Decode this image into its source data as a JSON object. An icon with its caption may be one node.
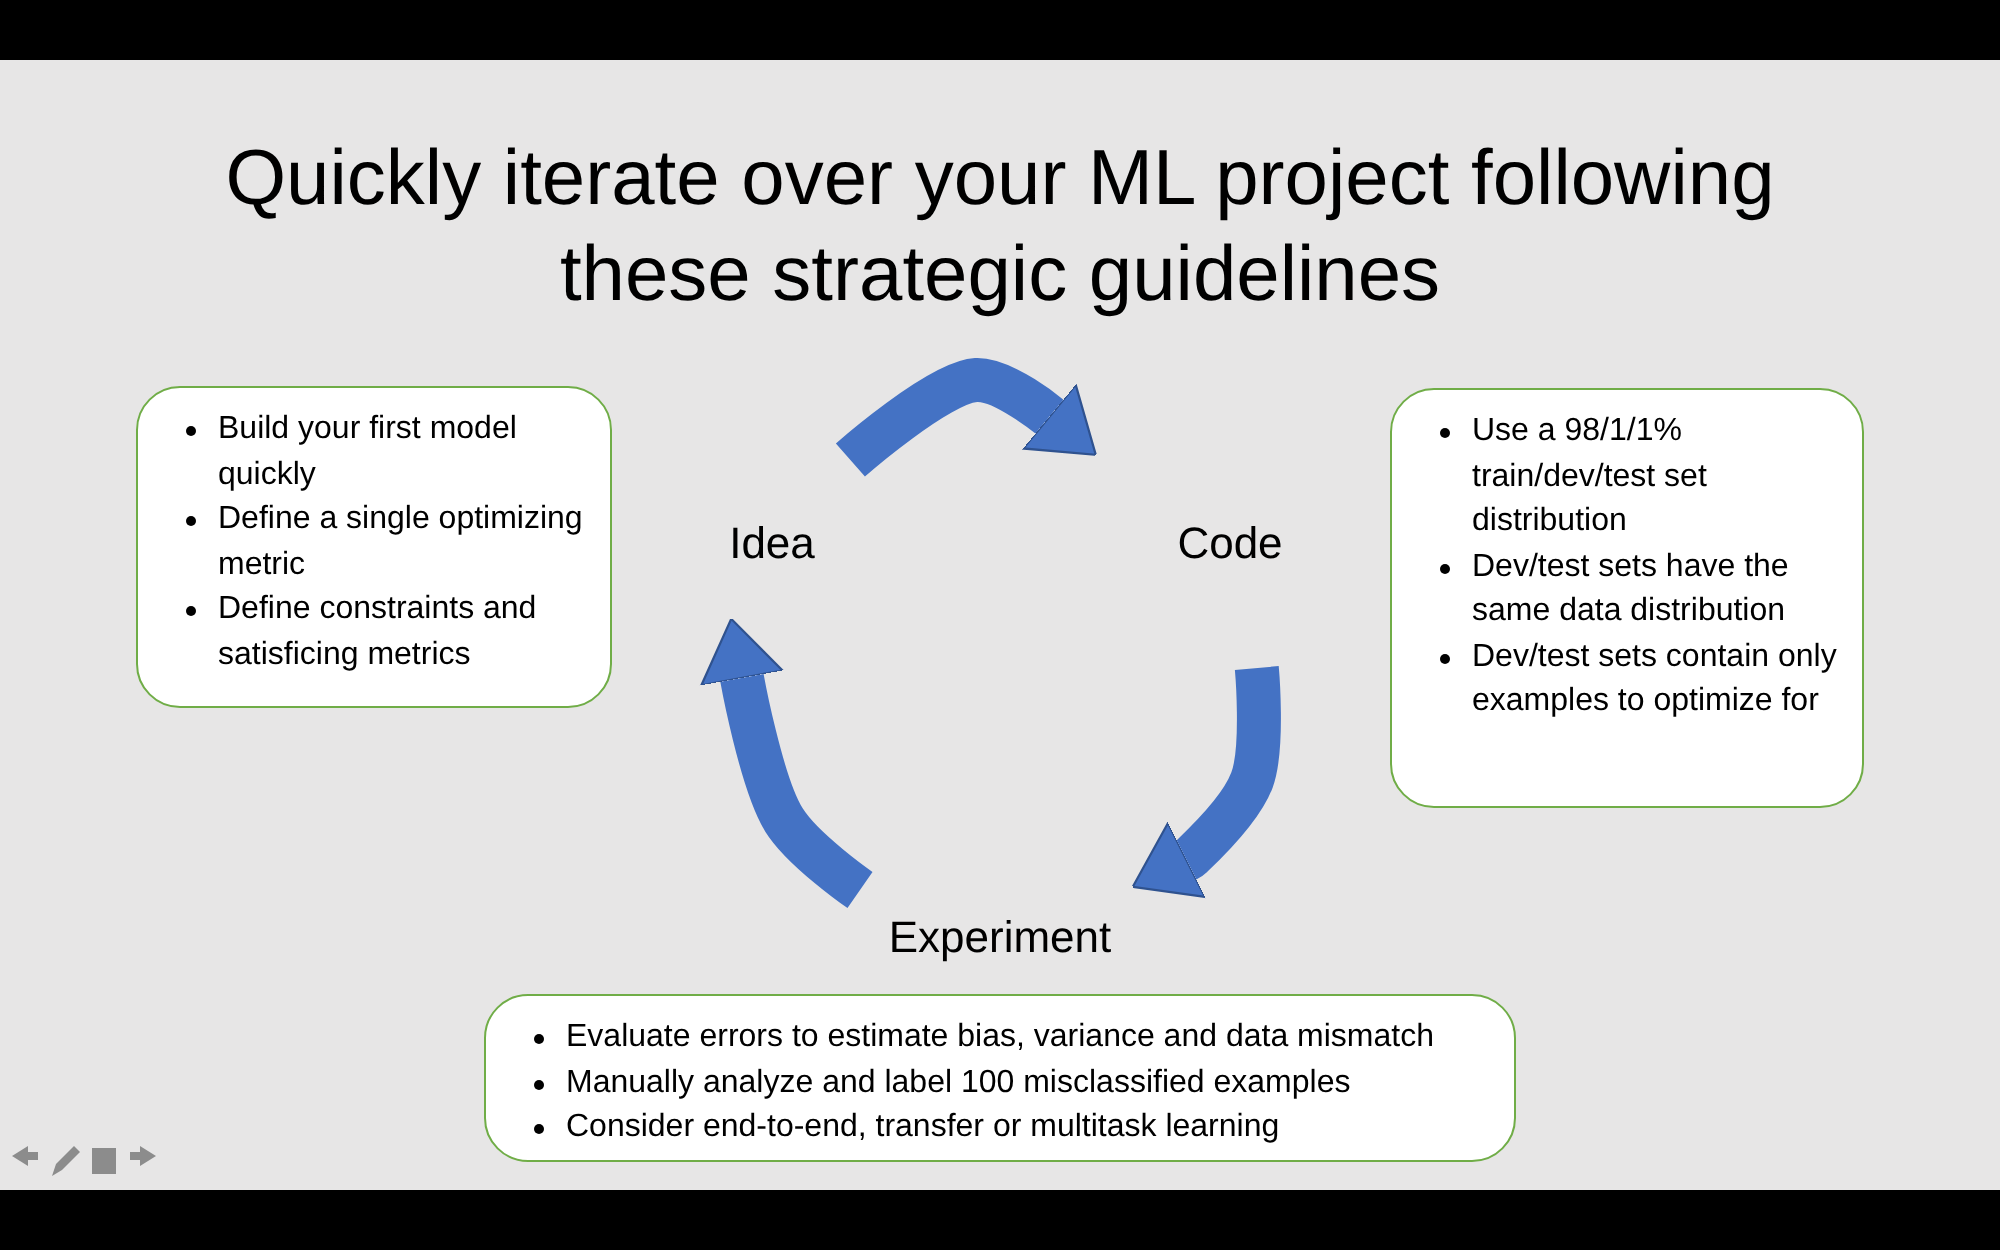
{
  "diagram": {
    "title": "Quickly iterate over your ML project following these strategic guidelines",
    "nodes": [
      {
        "text": [
          "Idea"
        ]
      },
      {
        "text": [
          "Code"
        ]
      },
      {
        "text": [
          "Experiment"
        ]
      },
      {
        "text": [
          "Build your first model quickly",
          "Define a single optimizing metric",
          "Define constraints and satisficing metrics"
        ]
      },
      {
        "text": [
          "Use a 98/1/1% train/dev/test set distribution",
          "Dev/test sets have the same data distribution",
          "Dev/test sets contain only examples to optimize for"
        ]
      },
      {
        "text": [
          "Evaluate errors to estimate bias, variance and data mismatch",
          "Manually analyze and label 100 misclassified examples",
          "Consider end-to-end, transfer or multitask learning"
        ]
      }
    ],
    "edges": [
      {
        "from": 0,
        "to": 1,
        "arrow": "to"
      },
      {
        "from": 1,
        "to": 2,
        "arrow": "to"
      },
      {
        "from": 2,
        "to": 0,
        "arrow": "to"
      }
    ]
  }
}
